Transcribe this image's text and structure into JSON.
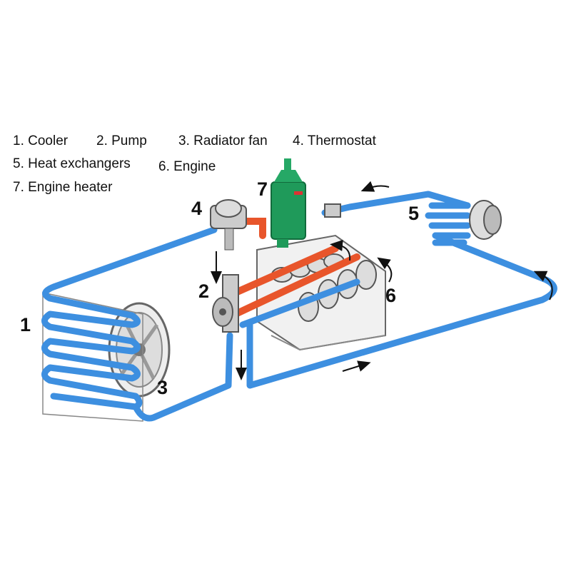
{
  "legend": {
    "item1": "1. Cooler",
    "item2": "2. Pump",
    "item3": "3. Radiator fan",
    "item4": "4. Thermostat",
    "item5": "5. Heat exchangers",
    "item6": "6. Engine",
    "item7": "7. Engine heater"
  },
  "callouts": {
    "n1": "1",
    "n2": "2",
    "n3": "3",
    "n4": "4",
    "n5": "5",
    "n6": "6",
    "n7": "7"
  },
  "colors": {
    "cold_pipe": "#3d8fe0",
    "hot_pipe": "#e8552b",
    "heater": "#1f9a5a"
  }
}
